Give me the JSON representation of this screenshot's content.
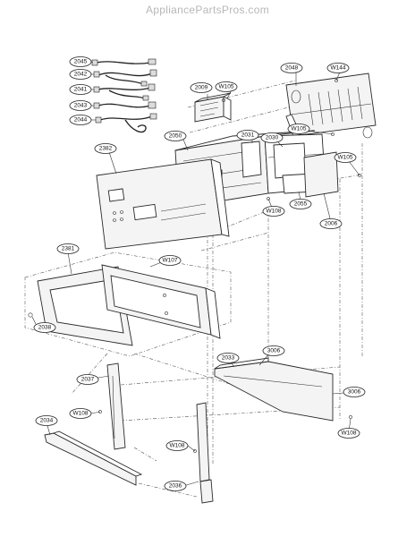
{
  "watermark": "AppliancePartsPros.com",
  "callouts": {
    "p2045": "2045",
    "p2042": "2042",
    "p2041": "2041",
    "p2043": "2043",
    "p2044": "2044",
    "p2009": "2009",
    "w105a": "W105",
    "p2048": "2048",
    "w144": "W144",
    "p2050": "2050",
    "p2031": "2031",
    "p2030": "2030",
    "w105b": "W105",
    "w105c": "W105",
    "p2382": "2382",
    "w108a": "W108",
    "p2055": "2055",
    "p2006": "2006",
    "p2381": "2381",
    "w107": "W107",
    "p2038": "2038",
    "p3006a": "3006",
    "p2033": "2033",
    "p2037": "2037",
    "p3006b": "3006",
    "w108b": "W108",
    "p2034": "2034",
    "w108c": "W108",
    "w108d": "W108",
    "p2036": "2036"
  }
}
